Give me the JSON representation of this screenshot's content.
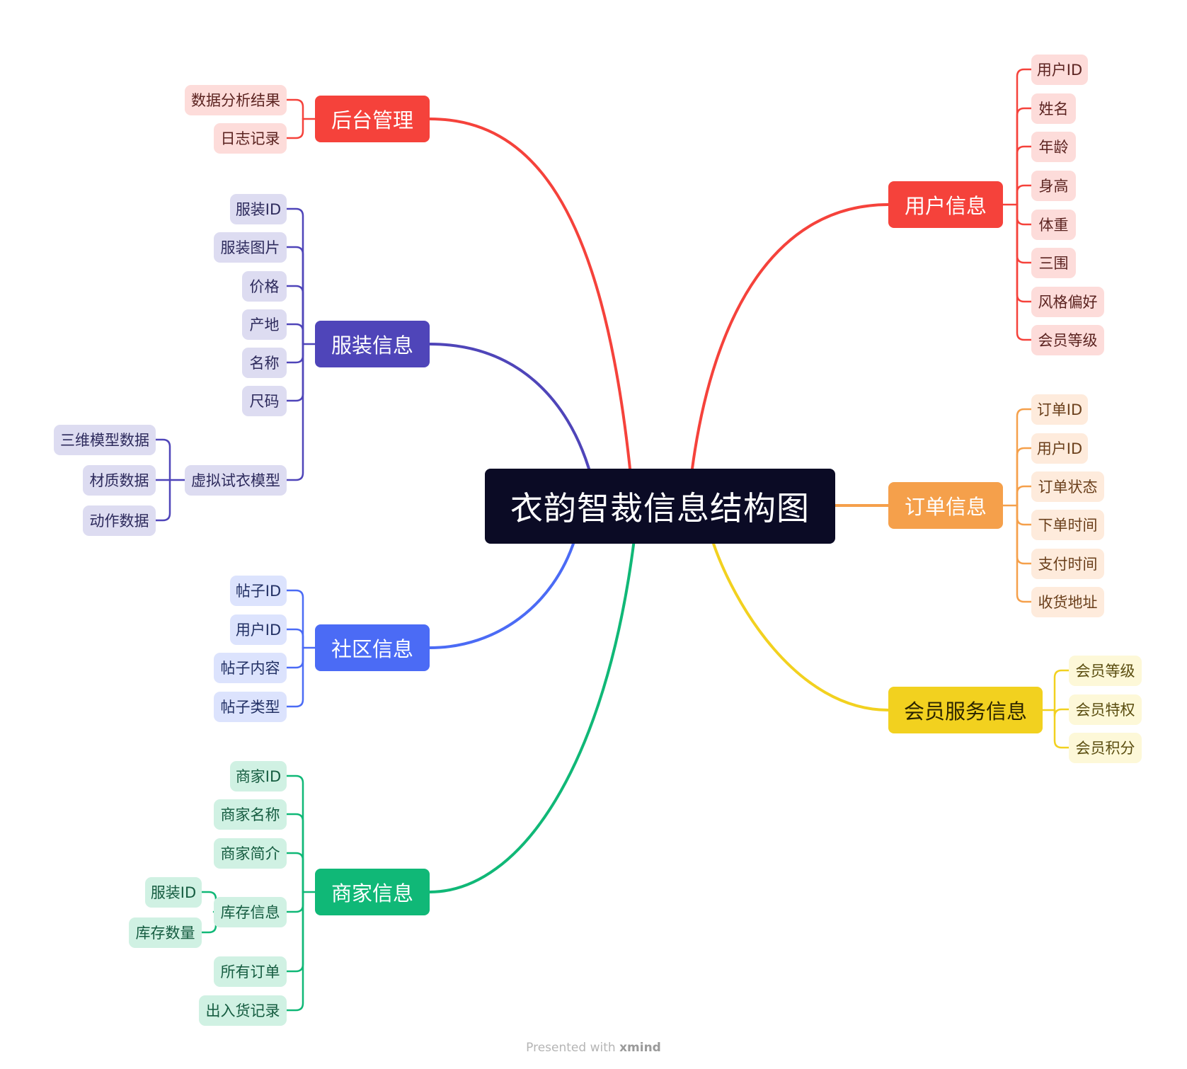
{
  "title": "衣韵智裁信息结构图",
  "footer": {
    "text": "Presented with",
    "brand": "xmind"
  },
  "branches": [
    {
      "id": "houtai",
      "label": "后台管理",
      "color": "#f5423b",
      "leaf_bg": "#fddcda",
      "leaf_fg": "#5b2320",
      "children": [
        {
          "label": "数据分析结果"
        },
        {
          "label": "日志记录"
        }
      ]
    },
    {
      "id": "fuzhuang",
      "label": "服装信息",
      "color": "#4f45b9",
      "leaf_bg": "#dddcf1",
      "leaf_fg": "#2d2a5c",
      "children": [
        {
          "label": "服装ID"
        },
        {
          "label": "服装图片"
        },
        {
          "label": "价格"
        },
        {
          "label": "产地"
        },
        {
          "label": "名称"
        },
        {
          "label": "尺码"
        },
        {
          "label": "虚拟试衣模型",
          "children": [
            {
              "label": "三维模型数据"
            },
            {
              "label": "材质数据"
            },
            {
              "label": "动作数据"
            }
          ]
        }
      ]
    },
    {
      "id": "shequ",
      "label": "社区信息",
      "color": "#4b6bf5",
      "leaf_bg": "#dce3fd",
      "leaf_fg": "#223064",
      "children": [
        {
          "label": "帖子ID"
        },
        {
          "label": "用户ID"
        },
        {
          "label": "帖子内容"
        },
        {
          "label": "帖子类型"
        }
      ]
    },
    {
      "id": "shangjia",
      "label": "商家信息",
      "color": "#10b877",
      "leaf_bg": "#d0f1e3",
      "leaf_fg": "#155c40",
      "children": [
        {
          "label": "商家ID"
        },
        {
          "label": "商家名称"
        },
        {
          "label": "商家简介"
        },
        {
          "label": "库存信息",
          "children": [
            {
              "label": "服装ID"
            },
            {
              "label": "库存数量"
            }
          ]
        },
        {
          "label": "所有订单"
        },
        {
          "label": "出入货记录"
        }
      ]
    },
    {
      "id": "yonghu",
      "label": "用户信息",
      "color": "#f5423b",
      "leaf_bg": "#fddcda",
      "leaf_fg": "#5b2320",
      "children": [
        {
          "label": "用户ID"
        },
        {
          "label": "姓名"
        },
        {
          "label": "年龄"
        },
        {
          "label": "身高"
        },
        {
          "label": "体重"
        },
        {
          "label": "三围"
        },
        {
          "label": "风格偏好"
        },
        {
          "label": "会员等级"
        }
      ]
    },
    {
      "id": "dingdan",
      "label": "订单信息",
      "color": "#f5a04b",
      "leaf_bg": "#feebdc",
      "leaf_fg": "#6a3f1b",
      "children": [
        {
          "label": "订单ID"
        },
        {
          "label": "用户ID"
        },
        {
          "label": "订单状态"
        },
        {
          "label": "下单时间"
        },
        {
          "label": "支付时间"
        },
        {
          "label": "收货地址"
        }
      ]
    },
    {
      "id": "huiyuan",
      "label": "会员服务信息",
      "color": "#f2d11f",
      "text_color": "#2b2400",
      "leaf_bg": "#fdf8d8",
      "leaf_fg": "#5a4d0f",
      "children": [
        {
          "label": "会员等级"
        },
        {
          "label": "会员特权"
        },
        {
          "label": "会员积分"
        }
      ]
    }
  ]
}
